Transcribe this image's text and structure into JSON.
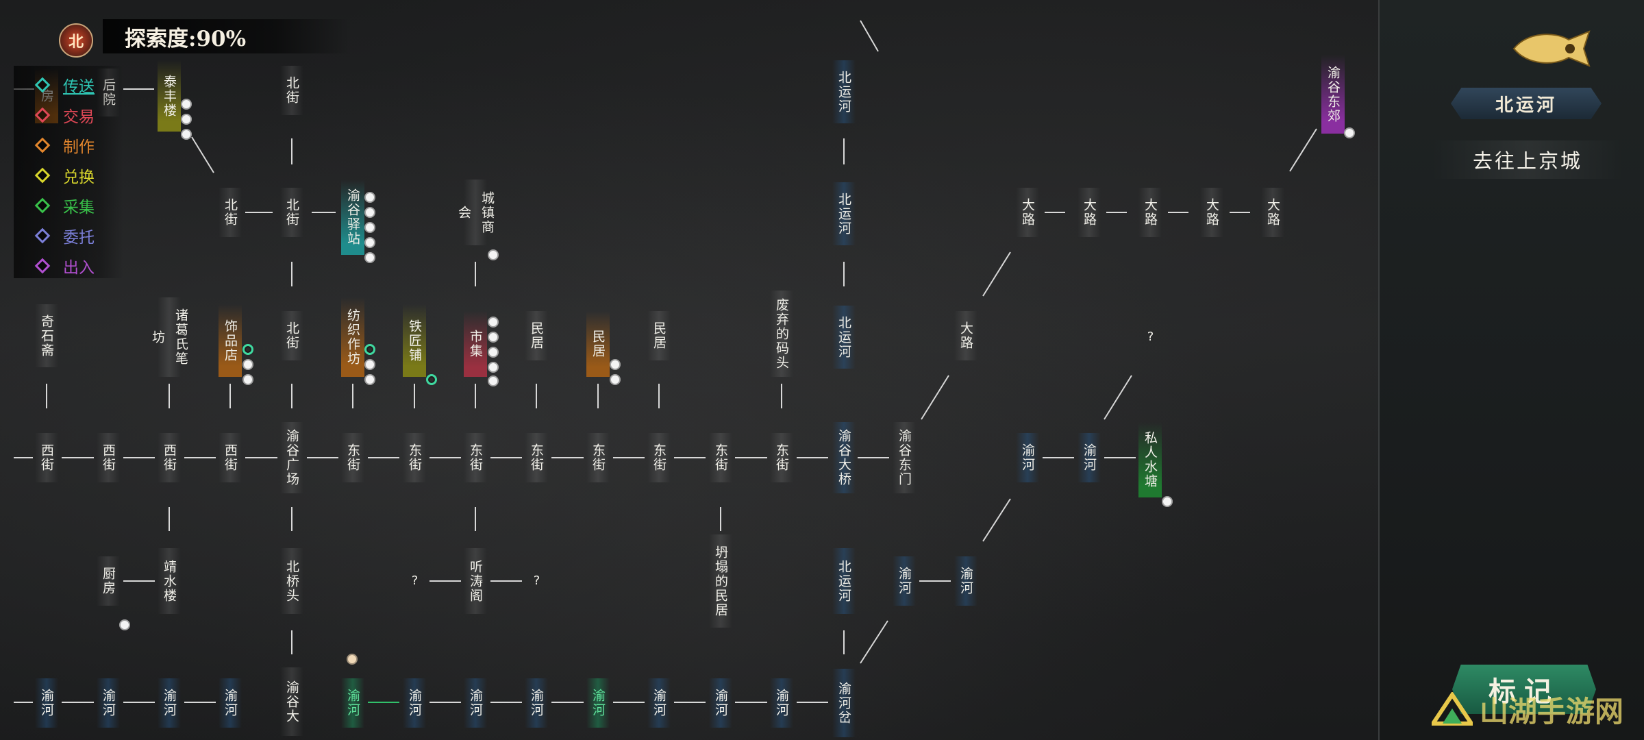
{
  "header": {
    "compass_label": "北",
    "explore_text": "探索度:90%"
  },
  "legend": [
    {
      "label": "传送",
      "color": "#2fc7b5"
    },
    {
      "label": "交易",
      "color": "#e04856"
    },
    {
      "label": "制作",
      "color": "#e3862d"
    },
    {
      "label": "兑换",
      "color": "#d8d62c"
    },
    {
      "label": "采集",
      "color": "#39c24a"
    },
    {
      "label": "委托",
      "color": "#7b7fd8"
    },
    {
      "label": "出入",
      "color": "#b14fd0"
    }
  ],
  "map": {
    "nodes": [
      {
        "id": "n_fang",
        "label": "房"
      },
      {
        "id": "n_houyuan",
        "label": "后院"
      },
      {
        "id": "n_taifeng",
        "label": "泰丰楼"
      },
      {
        "id": "n_beijie1",
        "label": "北街"
      },
      {
        "id": "n_beiyunhe1",
        "label": "北运河"
      },
      {
        "id": "n_yugudongjiao",
        "label": "渝谷东郊"
      },
      {
        "id": "n_beijie2",
        "label": "北街"
      },
      {
        "id": "n_beijie3",
        "label": "北街"
      },
      {
        "id": "n_yuguyizhan",
        "label": "渝谷驿站"
      },
      {
        "id": "n_chengzhen",
        "label": "城镇商会"
      },
      {
        "id": "n_beiyunhe2",
        "label": "北运河"
      },
      {
        "id": "n_dalu1",
        "label": "大路"
      },
      {
        "id": "n_dalu2",
        "label": "大路"
      },
      {
        "id": "n_dalu3",
        "label": "大路"
      },
      {
        "id": "n_dalu4",
        "label": "大路"
      },
      {
        "id": "n_dalu5",
        "label": "大路"
      },
      {
        "id": "n_qishizhai",
        "label": "奇石斋"
      },
      {
        "id": "n_zhuge",
        "label": "诸葛氏笔坊"
      },
      {
        "id": "n_shipin",
        "label": "饰品店"
      },
      {
        "id": "n_beijie4",
        "label": "北街"
      },
      {
        "id": "n_fangzhi",
        "label": "纺织作坊"
      },
      {
        "id": "n_tiejiang",
        "label": "铁匠铺"
      },
      {
        "id": "n_shiji",
        "label": "市集"
      },
      {
        "id": "n_minju1",
        "label": "民居"
      },
      {
        "id": "n_minju2",
        "label": "民居"
      },
      {
        "id": "n_minju3",
        "label": "民居"
      },
      {
        "id": "n_feiqi",
        "label": "废弃的码头"
      },
      {
        "id": "n_beiyunhe3",
        "label": "北运河"
      },
      {
        "id": "n_dalu6",
        "label": "大路"
      },
      {
        "id": "n_q1",
        "label": "?"
      },
      {
        "id": "n_xijie1",
        "label": "西街"
      },
      {
        "id": "n_xijie2",
        "label": "西街"
      },
      {
        "id": "n_xijie3",
        "label": "西街"
      },
      {
        "id": "n_xijie4",
        "label": "西街"
      },
      {
        "id": "n_yuguguangchang",
        "label": "渝谷广场"
      },
      {
        "id": "n_dongjie1",
        "label": "东街"
      },
      {
        "id": "n_dongjie2",
        "label": "东街"
      },
      {
        "id": "n_dongjie3",
        "label": "东街"
      },
      {
        "id": "n_dongjie4",
        "label": "东街"
      },
      {
        "id": "n_dongjie5",
        "label": "东街"
      },
      {
        "id": "n_dongjie6",
        "label": "东街"
      },
      {
        "id": "n_dongjie7",
        "label": "东街"
      },
      {
        "id": "n_dongjie8",
        "label": "东街"
      },
      {
        "id": "n_yugudaqiao",
        "label": "渝谷大桥"
      },
      {
        "id": "n_yugudongmen",
        "label": "渝谷东门"
      },
      {
        "id": "n_yuhe_a",
        "label": "渝河"
      },
      {
        "id": "n_yuhe_b",
        "label": "渝河"
      },
      {
        "id": "n_sirenshuitang",
        "label": "私人水塘"
      },
      {
        "id": "n_chufang",
        "label": "厨房"
      },
      {
        "id": "n_jingshui",
        "label": "靖水楼"
      },
      {
        "id": "n_beiqiaotou",
        "label": "北桥头"
      },
      {
        "id": "n_q2",
        "label": "?"
      },
      {
        "id": "n_tingtao",
        "label": "听涛阁"
      },
      {
        "id": "n_q3",
        "label": "?"
      },
      {
        "id": "n_kanta",
        "label": "坍塌的民居"
      },
      {
        "id": "n_beiyunhe4",
        "label": "北运河"
      },
      {
        "id": "n_yuhe_c",
        "label": "渝河"
      },
      {
        "id": "n_yuhe_d",
        "label": "渝河"
      },
      {
        "id": "n_b1",
        "label": "渝河"
      },
      {
        "id": "n_b2",
        "label": "渝河"
      },
      {
        "id": "n_b3",
        "label": "渝河"
      },
      {
        "id": "n_b4",
        "label": "渝河"
      },
      {
        "id": "n_b5",
        "label": "渝谷大"
      },
      {
        "id": "n_b6",
        "label": "渝河"
      },
      {
        "id": "n_b7",
        "label": "渝河"
      },
      {
        "id": "n_b8",
        "label": "渝河"
      },
      {
        "id": "n_b9",
        "label": "渝河"
      },
      {
        "id": "n_b10",
        "label": "渝河"
      },
      {
        "id": "n_b11",
        "label": "渝河"
      },
      {
        "id": "n_b12",
        "label": "渝河"
      },
      {
        "id": "n_b13",
        "label": "渝河"
      },
      {
        "id": "n_b14",
        "label": "渝河岔"
      }
    ]
  },
  "panel": {
    "location_title": "北运河",
    "goto_label": "去往上京城",
    "mark_button": "标记",
    "watermark": "山湖手游网"
  }
}
